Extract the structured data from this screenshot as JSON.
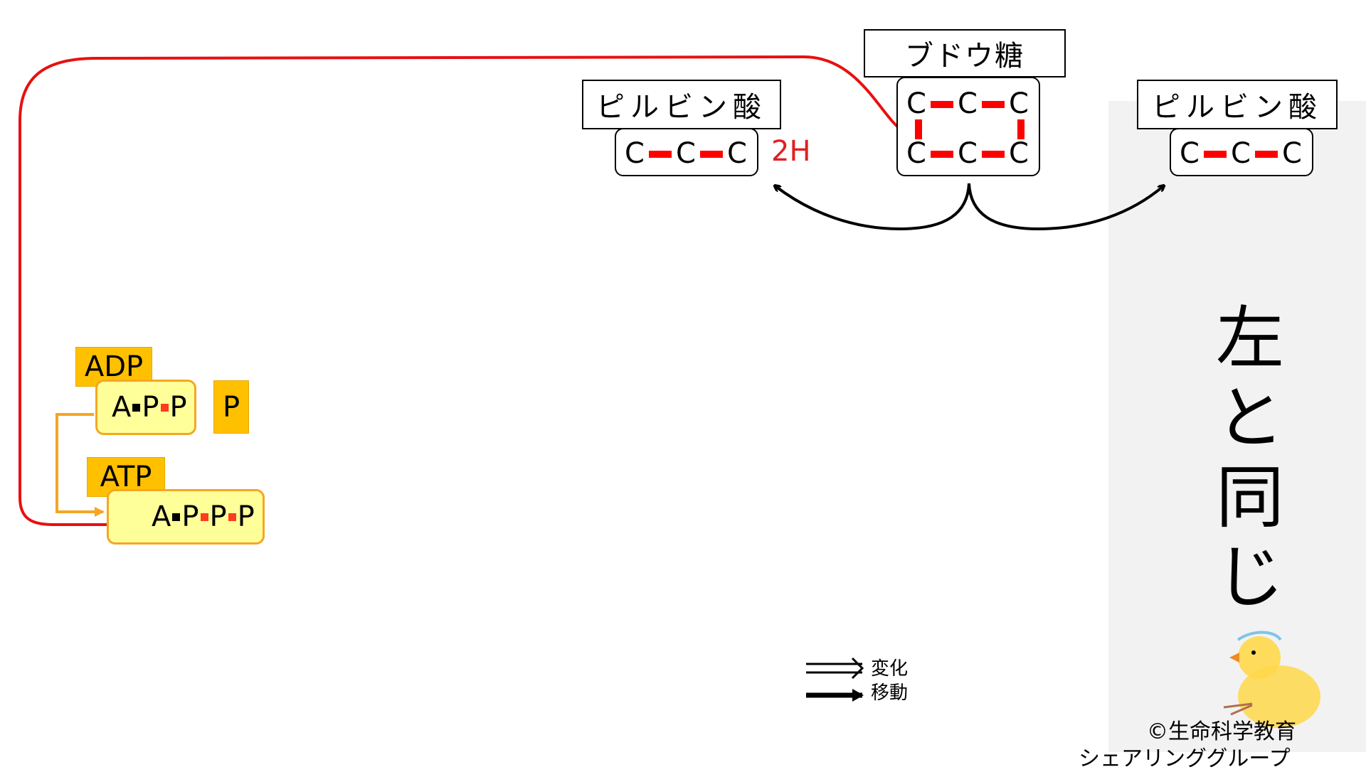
{
  "glucose": {
    "label": "ブドウ糖",
    "row1": [
      "C",
      "C",
      "C"
    ],
    "row2": [
      "C",
      "C",
      "C"
    ]
  },
  "pyruvate_left": {
    "label": "ピルビン酸",
    "atoms": [
      "C",
      "C",
      "C"
    ]
  },
  "pyruvate_right": {
    "label": "ピルビン酸",
    "atoms": [
      "C",
      "C",
      "C"
    ]
  },
  "hydrogen": {
    "label": "2H",
    "color": "#e02020"
  },
  "side_note": {
    "chars": [
      "左",
      "と",
      "同",
      "じ"
    ]
  },
  "adp": {
    "tag": "ADP",
    "a": "A",
    "p1": "P",
    "p2": "P"
  },
  "phosphate": {
    "label": "P"
  },
  "atp": {
    "tag": "ATP",
    "a": "A",
    "p1": "P",
    "p2": "P",
    "p3": "P"
  },
  "legend": {
    "change": "変化",
    "move": "移動"
  },
  "copyright": {
    "line1": "©生命科学教育",
    "line2": "シェアリンググループ"
  },
  "colors": {
    "bond": "#ff0000",
    "arrow_red": "#e81010",
    "tag_orange": "#ffc000",
    "box_yellow": "#ffff99",
    "box_border": "#f5a623",
    "panel_gray": "#f2f2f2"
  },
  "icons": {
    "mascot": "chick-illustration-icon"
  }
}
